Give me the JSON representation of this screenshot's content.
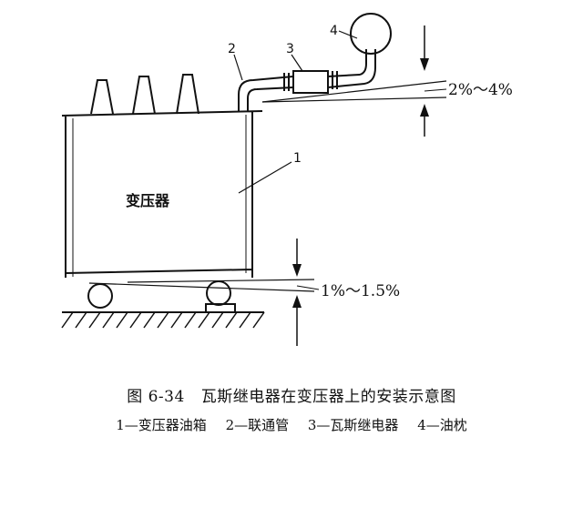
{
  "diagram": {
    "tank_label": "变压器",
    "part_numbers": [
      "1",
      "2",
      "3",
      "4"
    ],
    "upper_slope": "2%～4%",
    "lower_slope": "1%～1.5%"
  },
  "caption": {
    "figure_number": "图 6-34",
    "title": "瓦斯继电器在变压器上的安装示意图",
    "legend": [
      "1—变压器油箱",
      "2—联通管",
      "3—瓦斯继电器",
      "4—油枕"
    ]
  }
}
